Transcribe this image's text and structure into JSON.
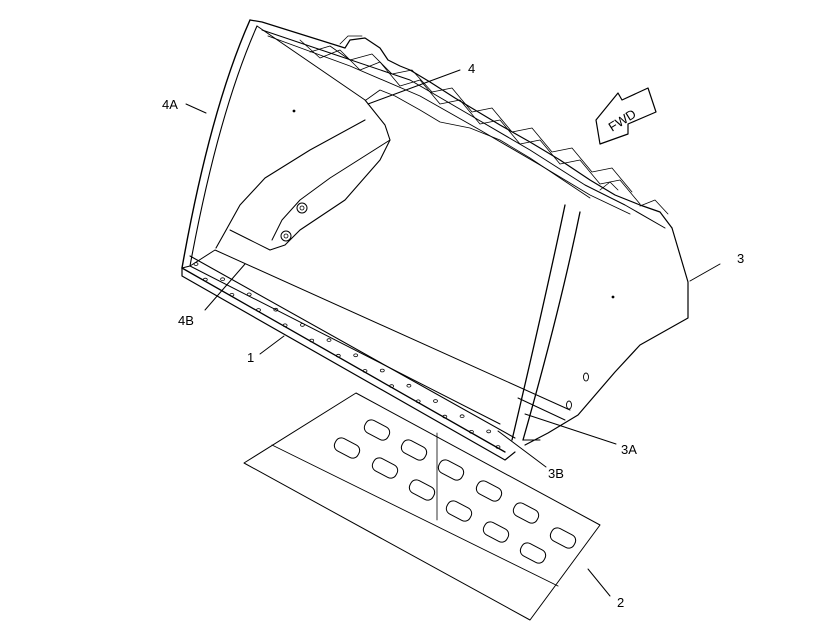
{
  "callouts": {
    "c1": "1",
    "c2": "2",
    "c3": "3",
    "c3a": "3A",
    "c3b": "3B",
    "c4": "4",
    "c4a": "4A",
    "c4b": "4B"
  },
  "direction_arrow": {
    "label": "FWD",
    "icon": "arrow-left-icon"
  }
}
